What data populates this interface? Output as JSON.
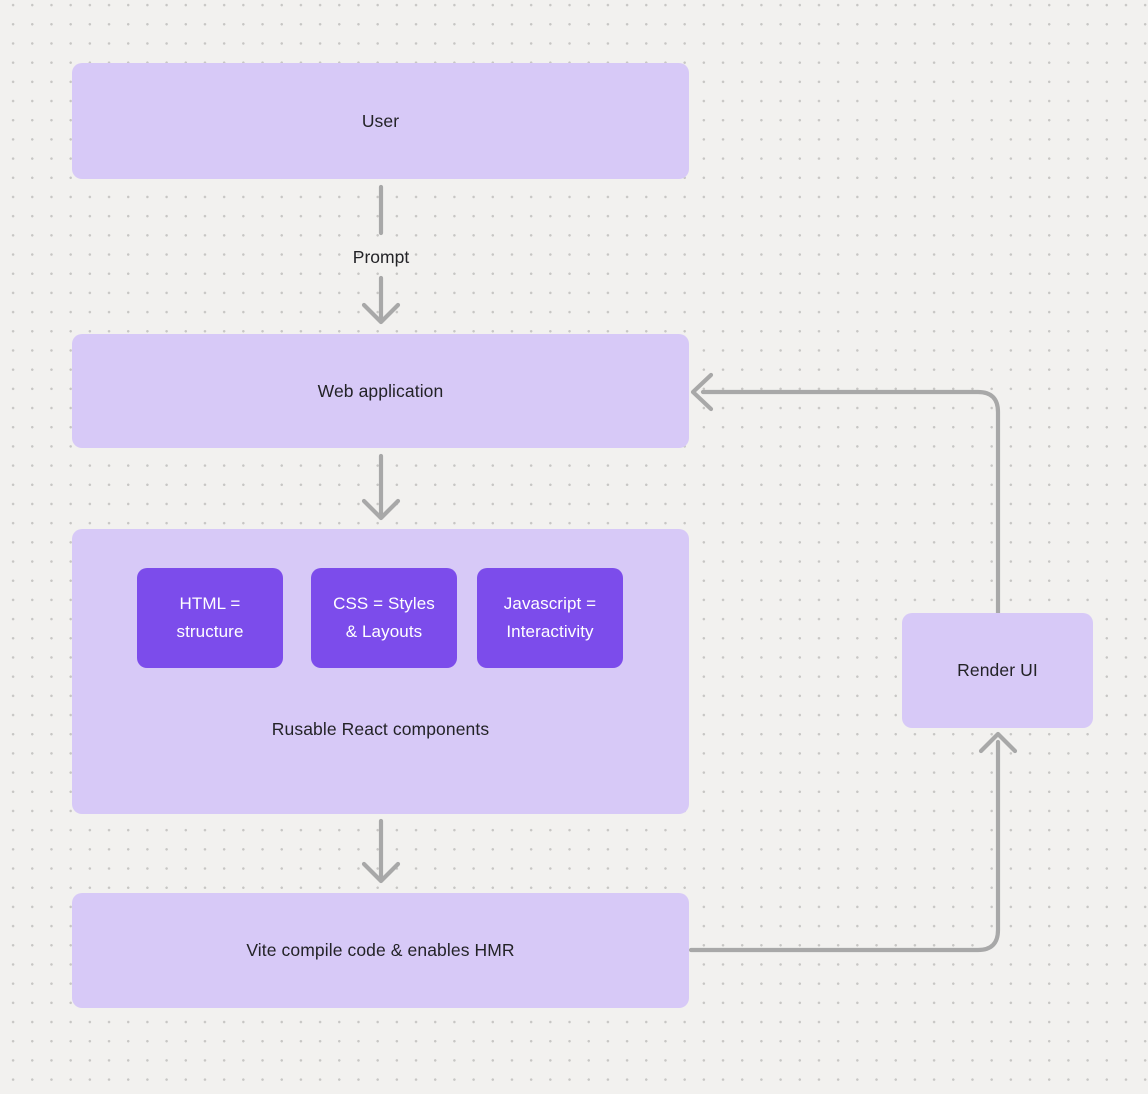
{
  "diagram": {
    "colors": {
      "background": "#f2f1ef",
      "dot_color": "#c7c6c4",
      "node_fill": "#d7c9f7",
      "inner_node_fill": "#7c4ceb",
      "connector": "#a8a8a8",
      "text_dark": "#232327",
      "text_light": "#ffffff"
    },
    "nodes": {
      "user": {
        "label": "User"
      },
      "web_application": {
        "label": "Web application"
      },
      "components_group": {
        "caption": "Rusable React components"
      },
      "html": {
        "line1": "HTML =",
        "line2": "structure"
      },
      "css": {
        "line1": "CSS = Styles",
        "line2": "& Layouts"
      },
      "javascript": {
        "line1": "Javascript =",
        "line2": "Interactivity"
      },
      "vite": {
        "label": "Vite compile code & enables HMR"
      },
      "render_ui": {
        "label": "Render UI"
      }
    },
    "edges": {
      "prompt_label": "Prompt",
      "connections": [
        {
          "from": "user",
          "to": "web_application",
          "label": "Prompt"
        },
        {
          "from": "web_application",
          "to": "components_group",
          "label": ""
        },
        {
          "from": "components_group",
          "to": "vite",
          "label": ""
        },
        {
          "from": "vite",
          "to": "render_ui",
          "label": ""
        },
        {
          "from": "render_ui",
          "to": "web_application",
          "label": ""
        }
      ]
    }
  }
}
